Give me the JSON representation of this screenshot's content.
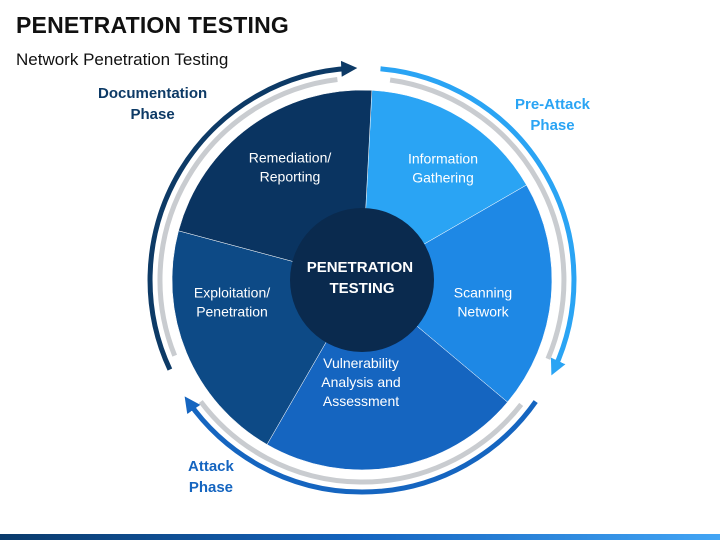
{
  "header": {
    "title": "PENETRATION TESTING",
    "subtitle": "Network Penetration Testing"
  },
  "center": {
    "line1": "PENETRATION",
    "line2": "TESTING"
  },
  "segments": [
    {
      "id": "info",
      "lines": [
        "Information",
        "Gathering"
      ],
      "color": "#2aa4f4"
    },
    {
      "id": "scan",
      "lines": [
        "Scanning",
        "Network"
      ],
      "color": "#1e88e5"
    },
    {
      "id": "vuln",
      "lines": [
        "Vulnerability",
        "Analysis and",
        "Assessment"
      ],
      "color": "#1565c0"
    },
    {
      "id": "exploit",
      "lines": [
        "Exploitation/",
        "Penetration"
      ],
      "color": "#0d4a86"
    },
    {
      "id": "remed",
      "lines": [
        "Remediation/",
        "Reporting"
      ],
      "color": "#0a3461"
    }
  ],
  "phases": {
    "documentation": {
      "line1": "Documentation",
      "line2": "Phase",
      "color": "#0d3a66"
    },
    "pre_attack": {
      "line1": "Pre-Attack",
      "line2": "Phase",
      "color": "#2aa4f4"
    },
    "attack": {
      "line1": "Attack",
      "line2": "Phase",
      "color": "#1565c0"
    }
  },
  "colors": {
    "center_circle": "#0a2a4e",
    "ring_gray": "#c9ccd0"
  }
}
